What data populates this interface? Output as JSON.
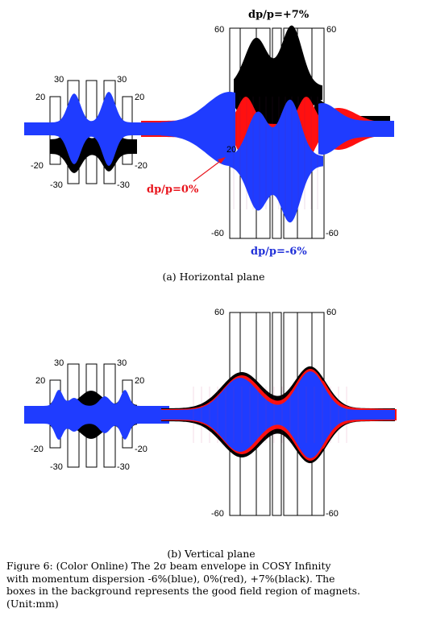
{
  "panel_a": {
    "label": "(a) Horizontal plane",
    "left_ticks": {
      "outer_top": "30",
      "inner_top": "20",
      "inner_bottom": "-20",
      "outer_bottom": "-30"
    },
    "right_ticks": {
      "top": "60",
      "bottom": "-60",
      "mid": "20"
    },
    "annotations": {
      "plus7": "dp/p=+7%",
      "zero": "dp/p=0%",
      "minus6": "dp/p=-6%"
    }
  },
  "panel_b": {
    "label": "(b) Vertical plane",
    "left_ticks": {
      "outer_top": "30",
      "inner_top": "20",
      "inner_bottom": "-20",
      "outer_bottom": "-30"
    },
    "right_ticks": {
      "top": "60",
      "bottom": "-60"
    }
  },
  "colors": {
    "blue": "#1f3cff",
    "red": "#ff1010",
    "black": "#000000"
  },
  "caption": {
    "line1": "Figure 6: (Color Online) The 2σ beam envelope in COSY Infinity",
    "line2": "with momentum dispersion -6%(blue), 0%(red), +7%(black). The",
    "line3": "boxes in the background represents the good field region of magnets.",
    "line4": "(Unit:mm)"
  }
}
